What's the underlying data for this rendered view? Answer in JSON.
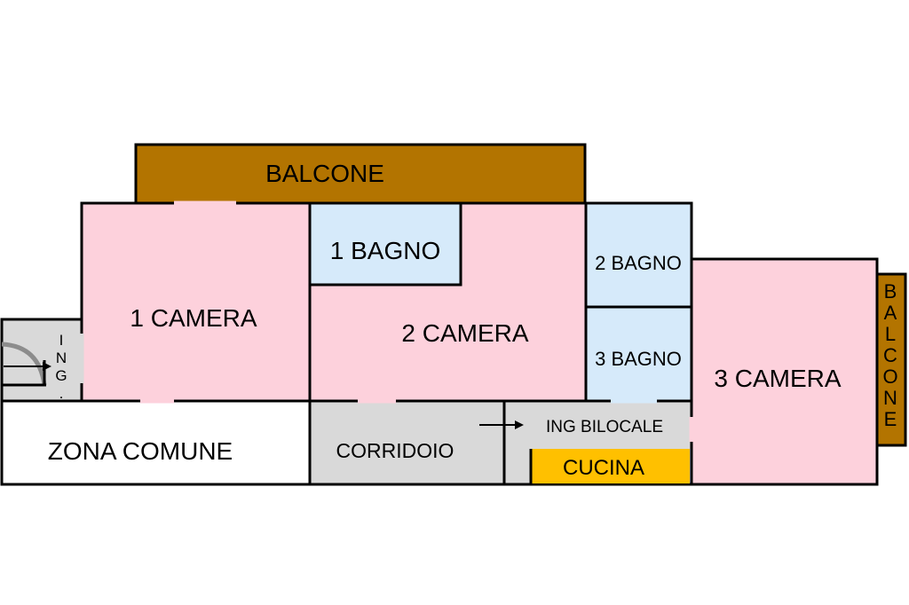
{
  "colors": {
    "balcony": "#B37400",
    "bedroom": "#FDD1DC",
    "bathroom": "#D6EAFA",
    "common": "#FFFFFF",
    "corridor": "#D9D9D9",
    "kitchen": "#FFC000",
    "walls": "#000000"
  },
  "rooms": {
    "balcone_top": "BALCONE",
    "camera_1": "1 CAMERA",
    "bagno_1": "1 BAGNO",
    "camera_2": "2 CAMERA",
    "bagno_2": "2 BAGNO",
    "bagno_3": "3 BAGNO",
    "camera_3": "3 CAMERA",
    "balcone_right": "BALCONE",
    "zona_comune": "ZONA COMUNE",
    "corridoio": "CORRIDOIO",
    "ing_bilocale": "ING BILOCALE",
    "cucina": "CUCINA",
    "ingresso": "ING."
  }
}
